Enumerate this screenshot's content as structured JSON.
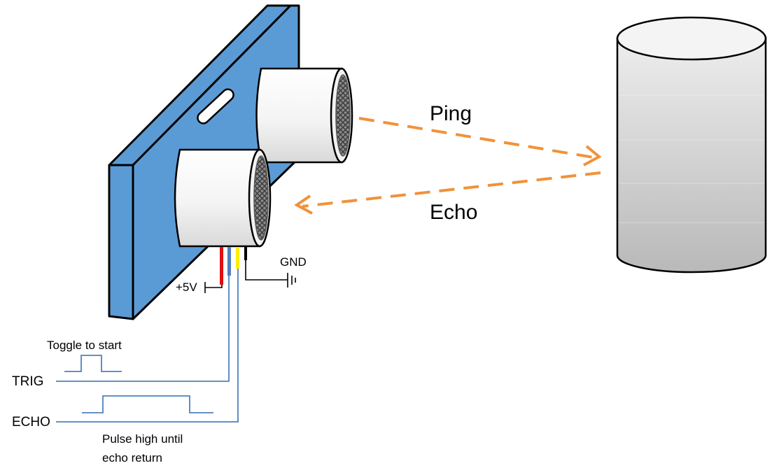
{
  "labels": {
    "ping": "Ping",
    "echo": "Echo",
    "gnd": "GND",
    "plus5v": "+5V",
    "toggle": "Toggle to start",
    "trig": "TRIG",
    "echo_pin": "ECHO",
    "pulse_line1": "Pulse high until",
    "pulse_line2": "echo return"
  },
  "colors": {
    "board": "#5b9bd5",
    "board_outline": "#000000",
    "arrow": "#f0923a",
    "signal_line": "#4f81bd",
    "wire_red": "#e01010",
    "wire_blue": "#4f81bd",
    "wire_yellow": "#ffee00",
    "wire_black": "#000000"
  }
}
